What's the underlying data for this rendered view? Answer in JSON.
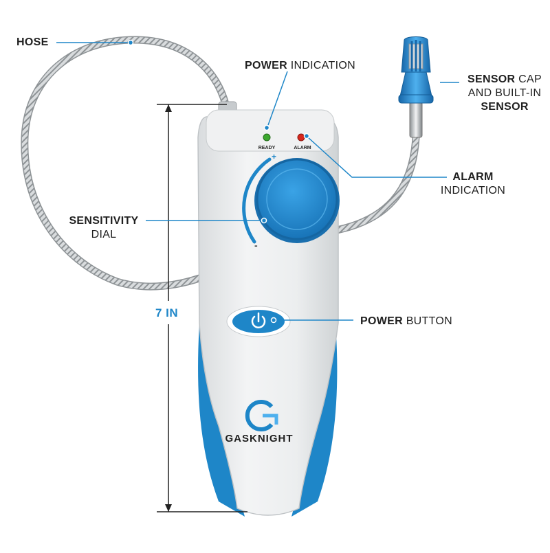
{
  "labels": {
    "hose": "HOSE",
    "power_indication_bold": "POWER",
    "power_indication_rest": "INDICATION",
    "sensor_line1_bold": "SENSOR",
    "sensor_line1_rest": "CAP",
    "sensor_line2": "AND BUILT-IN",
    "sensor_line3_bold": "SENSOR",
    "alarm_bold": "ALARM",
    "alarm_rest": "INDICATION",
    "sensitivity_bold": "SENSITIVITY",
    "sensitivity_rest": "DIAL",
    "power_button_bold": "POWER",
    "power_button_rest": "BUTTON",
    "height": "7 IN"
  },
  "device": {
    "ready_led_label": "READY",
    "alarm_led_label": "ALARM",
    "dial_plus": "+",
    "dial_minus": "-",
    "brand": "GASKNIGHT",
    "power_icon": "power-icon",
    "logo_icon": "gasknight-logo-icon"
  },
  "colors": {
    "accent_blue": "#1e86c8",
    "device_body": "#e9ebec",
    "ready_led": "#3ca82e",
    "alarm_led": "#d6281e",
    "hose": "#b4b8bb"
  }
}
